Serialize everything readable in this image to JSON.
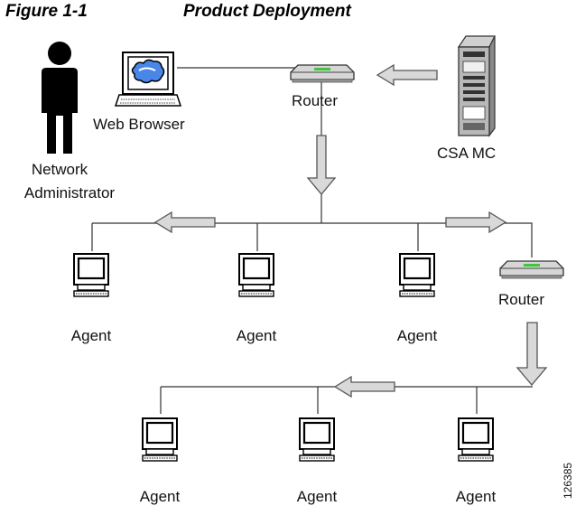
{
  "figure": {
    "label": "Figure 1-1",
    "title": "Product Deployment"
  },
  "nodes": {
    "admin_label_line1": "Network",
    "admin_label_line2": "Administrator",
    "browser_label": "Web Browser",
    "router_top_label": "Router",
    "server_label": "CSA MC",
    "router_mid_label": "Router",
    "agent_label": "Agent"
  },
  "art_id": "126385",
  "colors": {
    "line": "#333333",
    "arrow_fill": "#d9d9d9",
    "arrow_stroke": "#555555",
    "router_green": "#3cc83c"
  }
}
